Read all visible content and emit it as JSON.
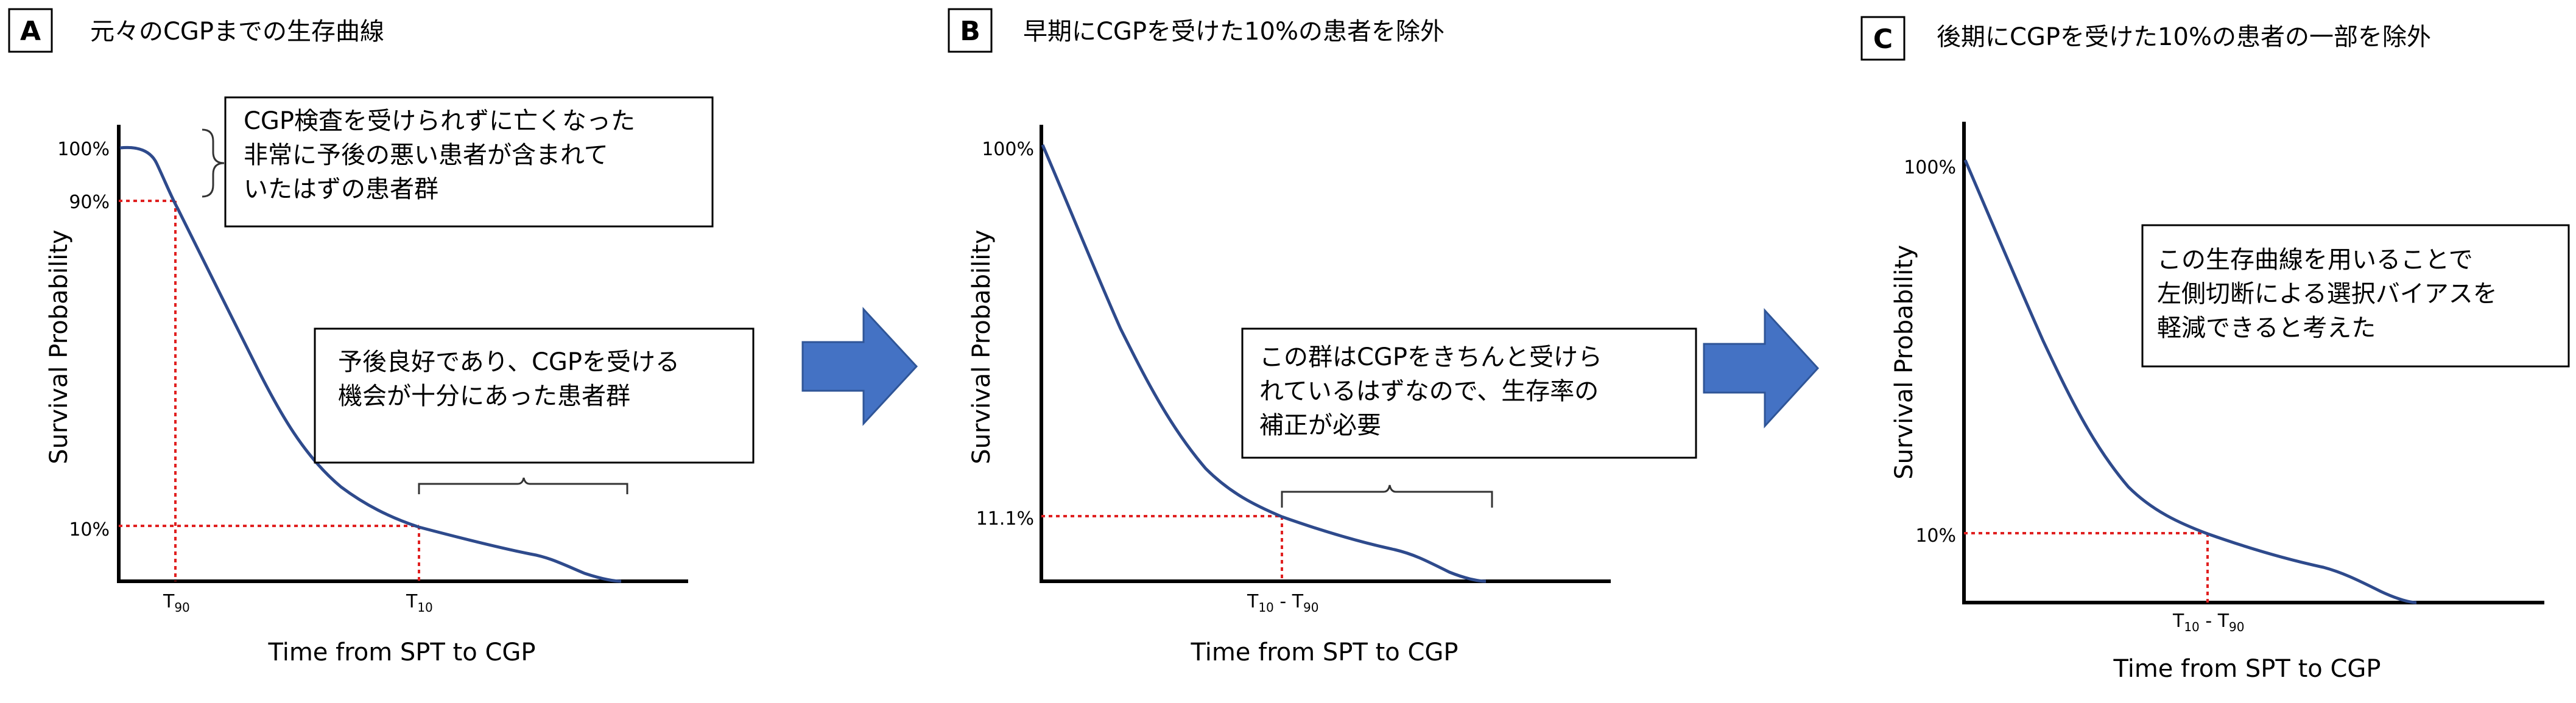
{
  "panels": [
    {
      "letter": "A",
      "title": "元々のCGPまでの生存曲線",
      "y_axis_label": "Survival Probability",
      "x_axis_label": "Time from SPT to CGP",
      "y_ticks": [
        "100%",
        "90%",
        "10%"
      ],
      "x_ticks": [
        {
          "main": "T",
          "sub": "90"
        },
        {
          "main": "T",
          "sub": "10"
        }
      ],
      "callouts": [
        [
          "CGP検査を受けられずに亡くなった",
          "非常に予後の悪い患者が含まれて",
          "いたはずの患者群"
        ],
        [
          "予後良好であり、CGPを受ける",
          "機会が十分にあった患者群"
        ]
      ]
    },
    {
      "letter": "B",
      "title": "早期にCGPを受けた10%の患者を除外",
      "y_axis_label": "Survival Probability",
      "x_axis_label": "Time from SPT to CGP",
      "y_ticks": [
        "100%",
        "11.1%"
      ],
      "x_ticks": [
        {
          "main": "T",
          "sub": "10",
          "mid": " - ",
          "main2": "T",
          "sub2": "90"
        }
      ],
      "callouts": [
        [
          "この群はCGPをきちんと受けら",
          "れているはずなので、生存率の",
          "補正が必要"
        ]
      ]
    },
    {
      "letter": "C",
      "title": "後期にCGPを受けた10%の患者の一部を除外",
      "y_axis_label": "Survival Probability",
      "x_axis_label": "Time from SPT to CGP",
      "y_ticks": [
        "100%",
        "10%"
      ],
      "x_ticks": [
        {
          "main": "T",
          "sub": "10",
          "mid": " - ",
          "main2": "T",
          "sub2": "90"
        }
      ],
      "callouts": [
        [
          "この生存曲線を用いることで",
          "左側切断による選択バイアスを",
          "軽減できると考えた"
        ]
      ]
    }
  ],
  "colors": {
    "curve": "#2E4A8C",
    "arrow": "#4472C4",
    "guide": "#E02020",
    "axis": "#000000"
  }
}
